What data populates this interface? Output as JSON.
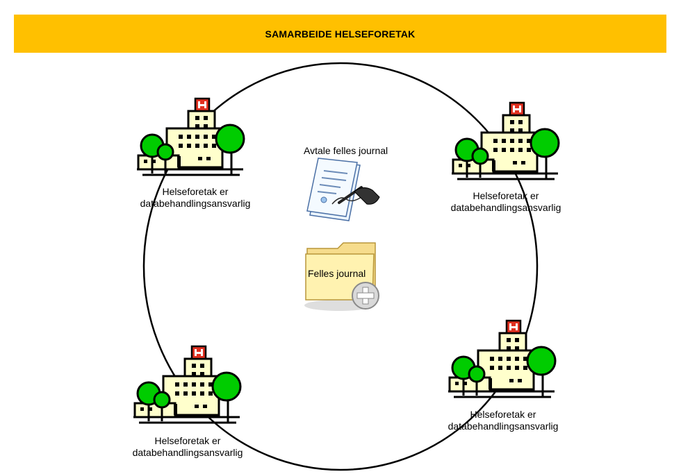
{
  "title": "SAMARBEIDE HELSEFORETAK",
  "colors": {
    "banner": "#FFC000",
    "building": "#FFFFCC",
    "tree": "#00CC00",
    "hospital_sign": "#E03020",
    "folder": "#FFF2B0"
  },
  "center": {
    "agreement_label": "Avtale felles journal",
    "agreement_icon": "signed-contract-icon",
    "journal_label": "Felles journal",
    "journal_icon": "medical-folder-icon"
  },
  "hospitals": [
    {
      "line1": "Helseforetak er",
      "line2": "databehandlingsansvarlig",
      "icon": "hospital-icon"
    },
    {
      "line1": "Helseforetak er",
      "line2": "databehandlingsansvarlig",
      "icon": "hospital-icon"
    },
    {
      "line1": "Helseforetak er",
      "line2": "databehandlingsansvarlig",
      "icon": "hospital-icon"
    },
    {
      "line1": "Helseforetak er",
      "line2": "databehandlingsansvarlig",
      "icon": "hospital-icon"
    }
  ]
}
